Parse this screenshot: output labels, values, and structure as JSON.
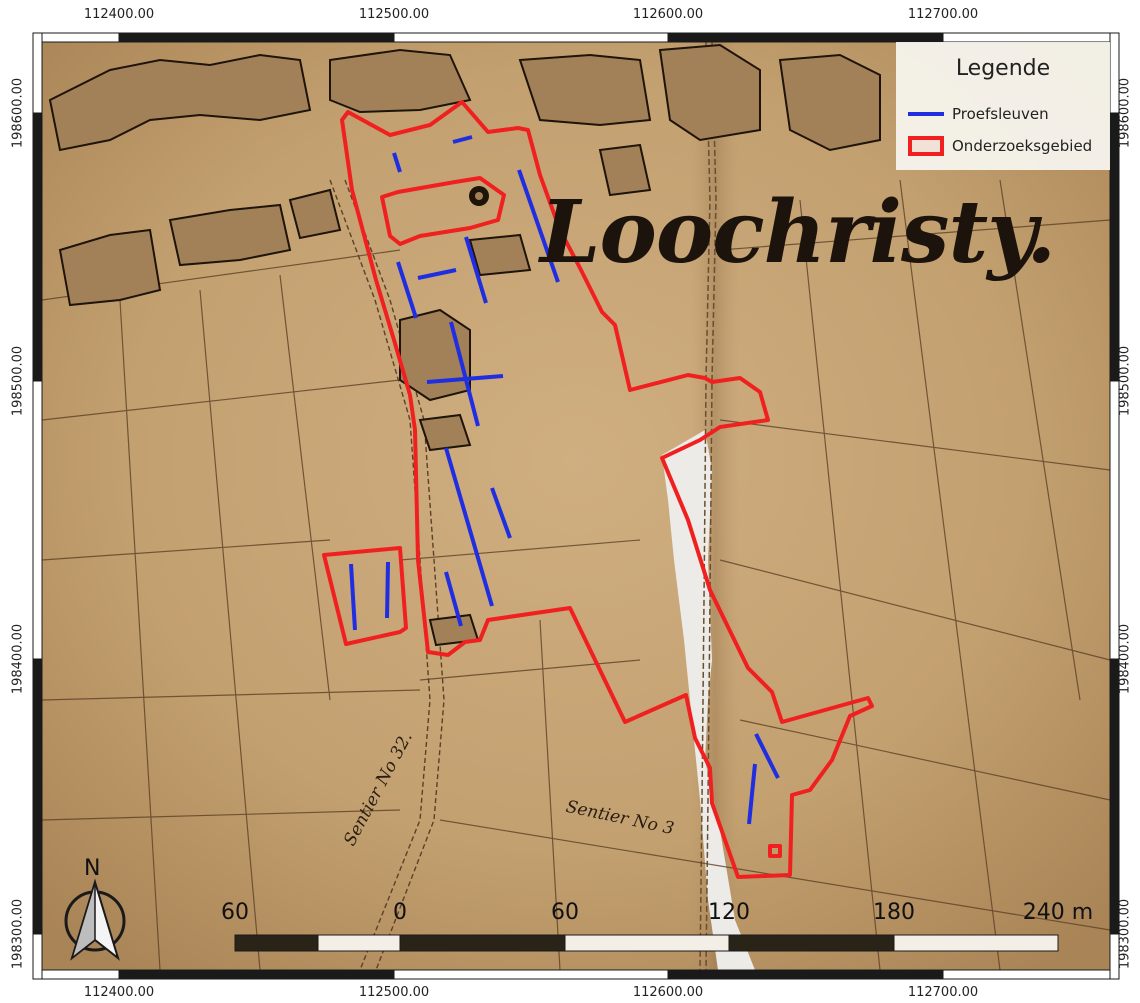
{
  "map": {
    "place_name": "Loochristy.",
    "street_labels": [
      "Sentier No 32.",
      "Sentier No 3"
    ],
    "colors": {
      "paper": "#c9a87a",
      "trench": "#1f2ee0",
      "study_area": "#f02020",
      "frame_dark": "#1a1a1a"
    }
  },
  "coordinates": {
    "x_labels": [
      "112400.00",
      "112500.00",
      "112600.00",
      "112700.00"
    ],
    "y_labels": [
      "198600.00",
      "198500.00",
      "198400.00",
      "198300.00"
    ]
  },
  "legend": {
    "title": "Legende",
    "items": [
      {
        "label": "Proefsleuven",
        "symbol": "line"
      },
      {
        "label": "Onderzoeksgebied",
        "symbol": "polygon"
      }
    ]
  },
  "scale_bar": {
    "labels": [
      "60",
      "0",
      "60",
      "120",
      "180",
      "240 m"
    ]
  },
  "north_arrow": {
    "letter": "N",
    "icon": "north-arrow-icon"
  }
}
